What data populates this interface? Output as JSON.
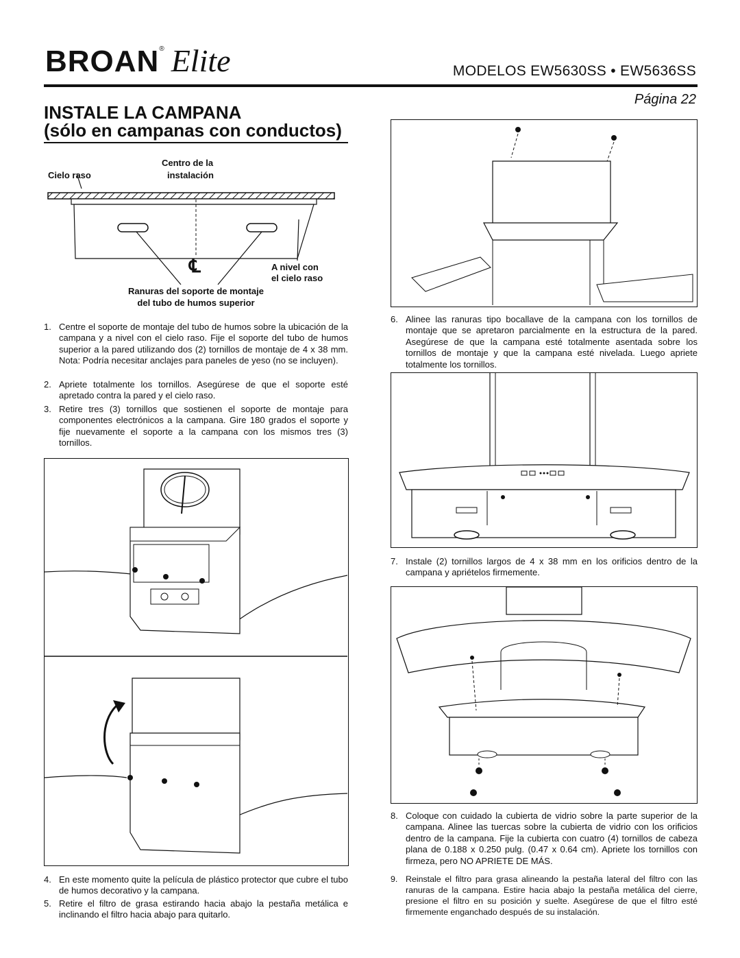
{
  "header": {
    "brand_main": "BROAN",
    "brand_reg": "®",
    "brand_script": "Elite",
    "models": "MODELOS  EW5630SS • EW5636SS",
    "page": "Página 22"
  },
  "title": {
    "line1": "INSTALE LA CAMPANA",
    "line2": "(sólo en campanas con conductos)"
  },
  "fig1": {
    "label_center_1": "Centro de la",
    "label_center_2": "instalación",
    "label_ceiling": "Cielo raso",
    "label_centerline": "℄",
    "label_level_1": "A nivel con",
    "label_level_2": "el cielo raso",
    "label_slots_1": "Ranuras del soporte de montaje",
    "label_slots_2": "del tubo de humos superior"
  },
  "steps_left": [
    {
      "n": "1.",
      "text": "Centre el soporte de montaje del tubo de humos sobre la ubicación de la campana y a nivel con el cielo raso. Fije el soporte del tubo de humos superior a la pared utilizando dos (2) tornillos de montaje de 4 x 38 mm. Nota: Podría necesitar anclajes para paneles de yeso (no se incluyen)."
    },
    {
      "n": "2.",
      "text": "Apriete totalmente los tornillos. Asegúrese de que el soporte esté apretado contra la pared y el cielo raso."
    },
    {
      "n": "3.",
      "text": "Retire tres (3) tornillos que sostienen el soporte de montaje para componentes electrónicos a la campana. Gire 180 grados el soporte y fije nuevamente el soporte a la campana con los mismos tres (3) tornillos."
    }
  ],
  "steps_left_bottom": [
    {
      "n": "4.",
      "text": "En este momento quite la película de plástico protector que cubre el tubo de humos decorativo y la campana."
    },
    {
      "n": "5.",
      "text": "Retire el filtro de grasa estirando hacia abajo la pestaña metálica e inclinando el filtro hacia abajo para quitarlo."
    }
  ],
  "steps_right": [
    {
      "n": "6.",
      "text": "Alinee las ranuras tipo bocallave de la campana con los tornillos de montaje que se apretaron parcialmente en la estructura de la pared. Asegúrese de que la campana esté totalmente asentada sobre los tornillos de montaje y que la campana esté nivelada. Luego apriete totalmente los tornillos."
    },
    {
      "n": "7.",
      "text": "Instale (2) tornillos largos de 4 x 38 mm en los orificios dentro de la campana y apriételos firmemente."
    },
    {
      "n": "8.",
      "text": "Coloque con cuidado la cubierta de vidrio sobre la parte superior de la campana. Alinee las tuercas sobre la cubierta de vidrio con los orificios dentro de la campana. Fije la cubierta con cuatro (4) tornillos de cabeza plana de 0.188 x 0.250 pulg. (0.47 x 0.64 cm). Apriete los tornillos con firmeza, pero NO APRIETE DE MÁS."
    },
    {
      "n": "9.",
      "text": "Reinstale el filtro para grasa alineando la pestaña lateral del filtro con las ranuras de la campana. Estire hacia abajo la pestaña metálica del cierre, presione el filtro en su posición y suelte. Asegúrese de que el filtro esté firmemente enganchado después de su instalación."
    }
  ]
}
